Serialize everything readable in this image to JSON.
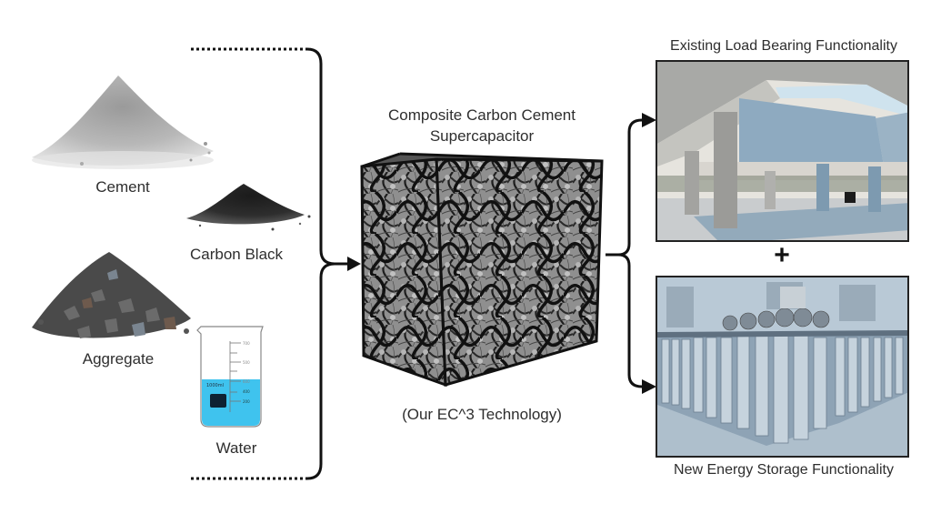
{
  "diagram": {
    "inputs": [
      {
        "id": "cement",
        "label": "Cement",
        "icon": "cement-powder-pile"
      },
      {
        "id": "carbon_black",
        "label": "Carbon Black",
        "icon": "carbon-black-pile"
      },
      {
        "id": "aggregate",
        "label": "Aggregate",
        "icon": "aggregate-gravel-pile"
      },
      {
        "id": "water",
        "label": "Water",
        "icon": "water-beaker"
      }
    ],
    "beaker": {
      "volume_label": "1000ml",
      "ticks": [
        "700",
        "500",
        "600",
        "400",
        "200"
      ]
    },
    "center": {
      "title_line1": "Composite Carbon Cement",
      "title_line2": "Supercapacitor",
      "subtitle": "(Our EC^3 Technology)",
      "icon": "carbon-network-cube"
    },
    "outputs": [
      {
        "id": "load_bearing",
        "label": "Existing Load Bearing Functionality",
        "icon": "concrete-building-photo"
      },
      {
        "id": "energy_storage",
        "label": "New Energy Storage Functionality",
        "icon": "energy-storage-facility-photo"
      }
    ],
    "combiner": "+",
    "colors": {
      "line": "#111111",
      "water": "#3fc3ee",
      "sky": "#cfe3ee",
      "concrete": "#b9bcbe",
      "steel": "#9fb6c8"
    }
  }
}
